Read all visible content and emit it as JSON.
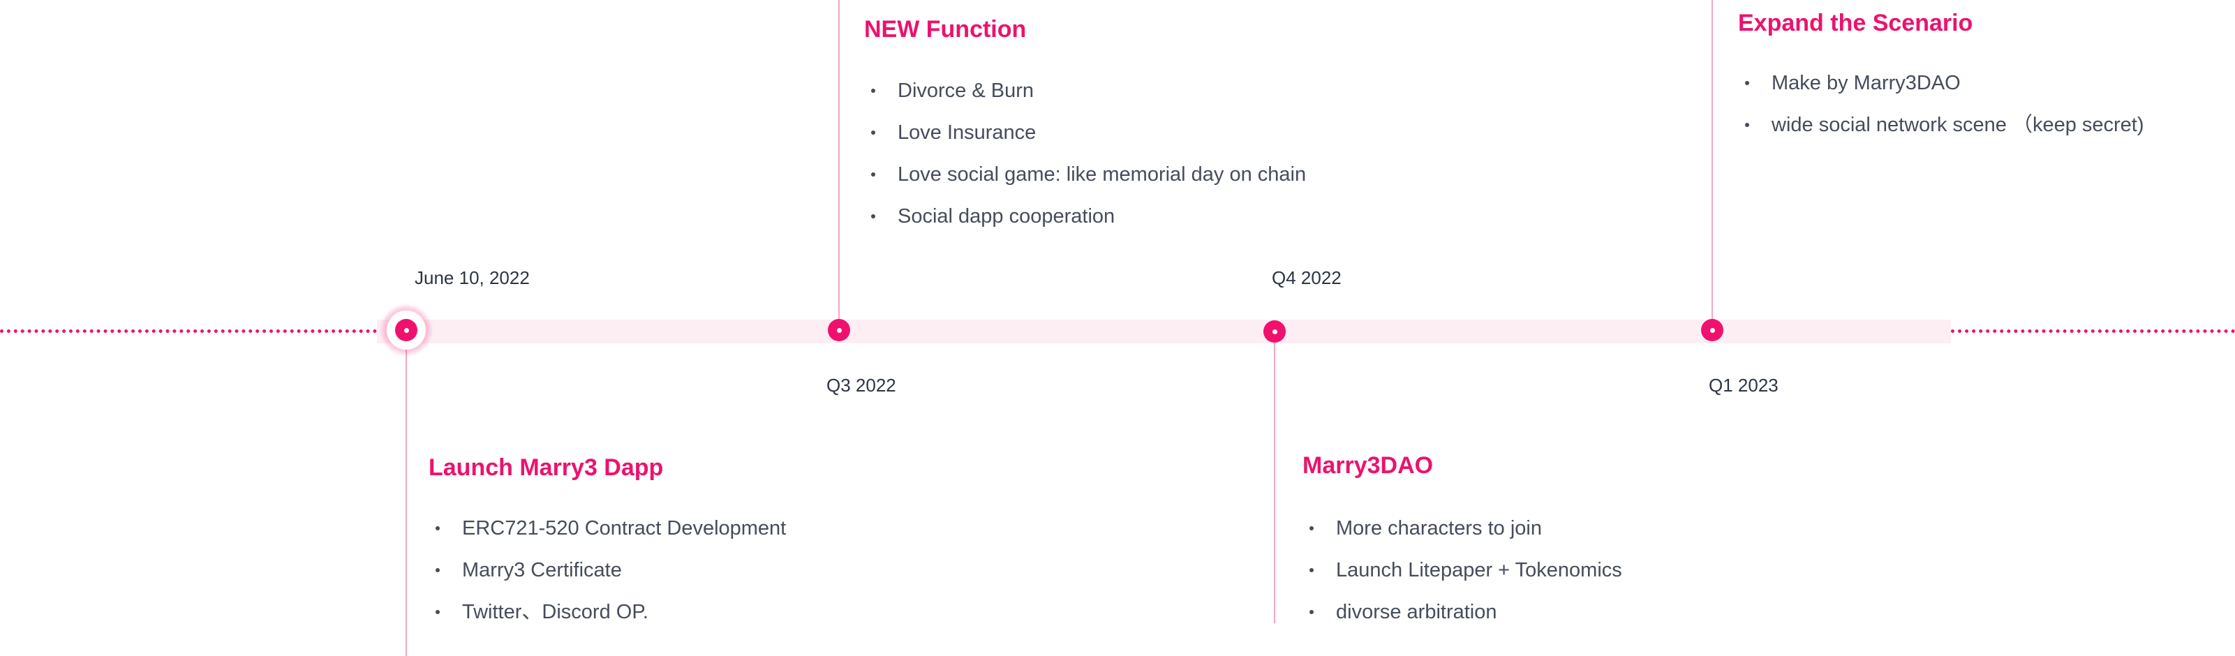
{
  "colors": {
    "accent": "#f0116e",
    "band": "#fdeef4",
    "connector": "#f6a6bf",
    "text": "#454c5b",
    "date_text": "#2c3444"
  },
  "milestones": [
    {
      "date": "June 10, 2022",
      "title": "Launch Marry3 Dapp",
      "items": [
        "ERC721-520  Contract Development",
        "Marry3 Certificate",
        "Twitter、Discord  OP."
      ]
    },
    {
      "date": "Q3 2022",
      "title": "NEW Function",
      "items": [
        "Divorce & Burn",
        "Love Insurance",
        "Love social game: like memorial day on chain",
        "Social dapp  cooperation"
      ]
    },
    {
      "date": "Q4 2022",
      "title": "Marry3DAO",
      "items": [
        "More characters to join",
        "Launch Litepaper + Tokenomics",
        "divorse  arbitration"
      ]
    },
    {
      "date": "Q1 2023",
      "title": "Expand the Scenario",
      "items": [
        "Make by Marry3DAO",
        "wide social network  scene （keep secret)"
      ]
    }
  ]
}
